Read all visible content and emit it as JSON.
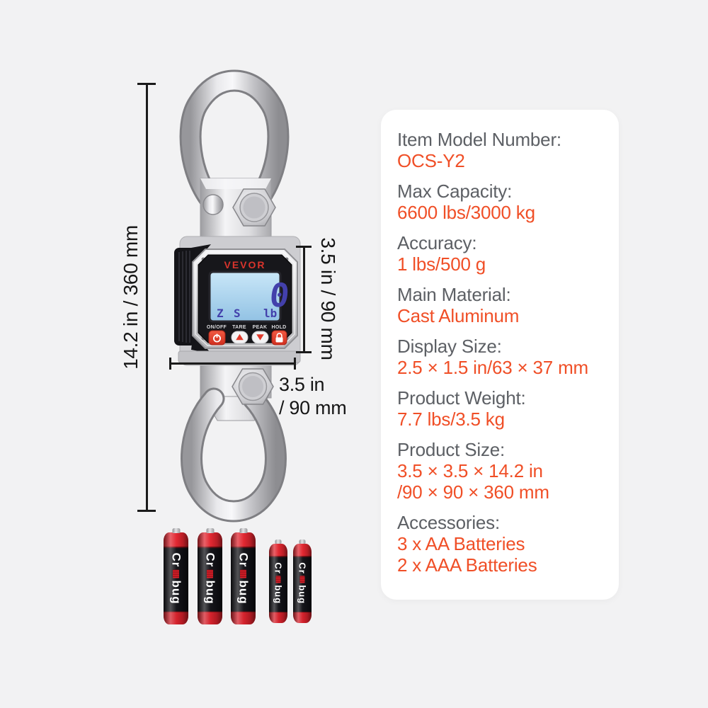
{
  "page": {
    "background": "#f2f2f3",
    "card_background": "#ffffff"
  },
  "dimensions": {
    "overall_height": "14.2 in / 360 mm",
    "display_height": "3.5 in / 90 mm",
    "width_line1": "3.5 in",
    "width_line2": "/ 90 mm"
  },
  "device": {
    "brand": "VEVOR",
    "lcd": {
      "reading": "0",
      "indicators": [
        "Z",
        "S",
        "lb"
      ]
    },
    "buttons": [
      {
        "label": "ON/OFF",
        "icon": "power-icon"
      },
      {
        "label": "TARE",
        "icon": "triangle-up-icon"
      },
      {
        "label": "PEAK",
        "icon": "triangle-down-icon"
      },
      {
        "label": "HOLD",
        "icon": "lock-icon"
      }
    ],
    "colors": {
      "accent_red": "#e0392b",
      "lcd_blue": "#aed5ee",
      "digit_blue": "#4340ab",
      "logo_red": "#d8342c"
    }
  },
  "batteries": {
    "brand_prefix": "Cr",
    "brand_suffix": "bug",
    "aa_count": 3,
    "aaa_count": 2
  },
  "spec_card": {
    "colors": {
      "label": "#5d6065",
      "value": "#f04f27"
    },
    "items": [
      {
        "label": "Item Model Number:",
        "values": [
          "OCS-Y2"
        ]
      },
      {
        "label": "Max Capacity:",
        "values": [
          "6600 lbs/3000 kg"
        ]
      },
      {
        "label": "Accuracy:",
        "values": [
          "1 lbs/500 g"
        ]
      },
      {
        "label": "Main Material:",
        "values": [
          "Cast Aluminum"
        ]
      },
      {
        "label": "Display Size:",
        "values": [
          "2.5 × 1.5 in/63 × 37 mm"
        ]
      },
      {
        "label": "Product Weight:",
        "values": [
          "7.7 lbs/3.5 kg"
        ]
      },
      {
        "label": "Product Size:",
        "values": [
          "3.5 × 3.5 × 14.2 in",
          "/90 × 90 × 360 mm"
        ]
      },
      {
        "label": "Accessories:",
        "values": [
          "3 x AA Batteries",
          "2 x AAA Batteries"
        ]
      }
    ]
  }
}
